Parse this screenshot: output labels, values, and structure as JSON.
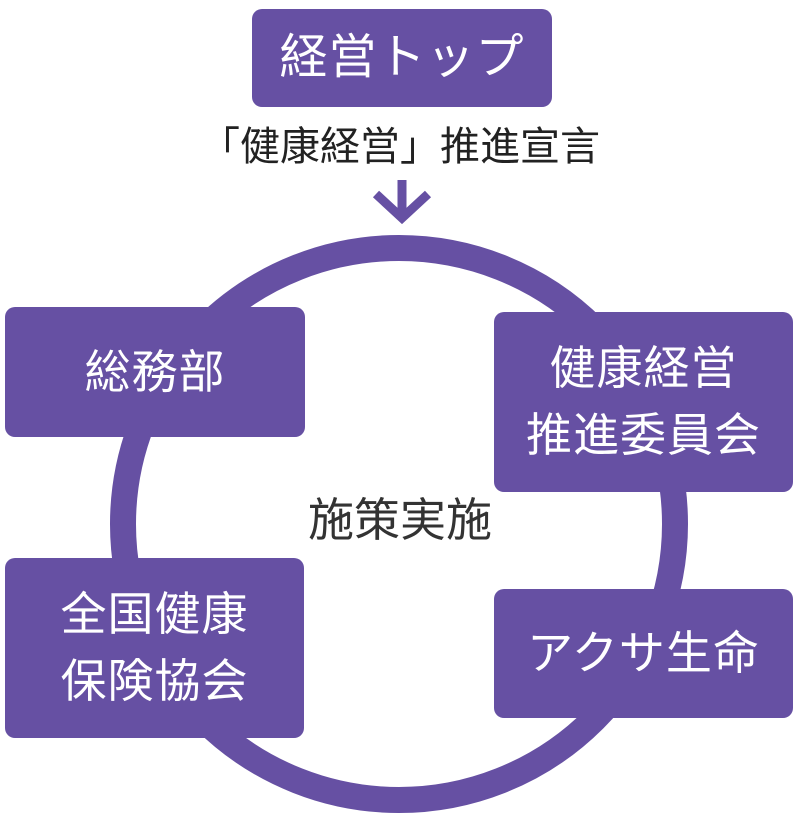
{
  "colors": {
    "primary": "#6650a3",
    "box_text": "#ffffff",
    "label_text": "#333333"
  },
  "top": {
    "label": "経営トップ"
  },
  "declaration": {
    "text": "「健康経営」推進宣言"
  },
  "arrow": {
    "icon": "arrow-down-icon"
  },
  "cycle": {
    "center_label": "施策実施",
    "nodes": [
      {
        "id": "soumu",
        "lines": [
          "総務部"
        ]
      },
      {
        "id": "committee",
        "lines": [
          "健康経営",
          "推進委員会"
        ]
      },
      {
        "id": "kyokai",
        "lines": [
          "全国健康",
          "保険協会"
        ]
      },
      {
        "id": "axa",
        "lines": [
          "アクサ生命"
        ]
      }
    ]
  }
}
